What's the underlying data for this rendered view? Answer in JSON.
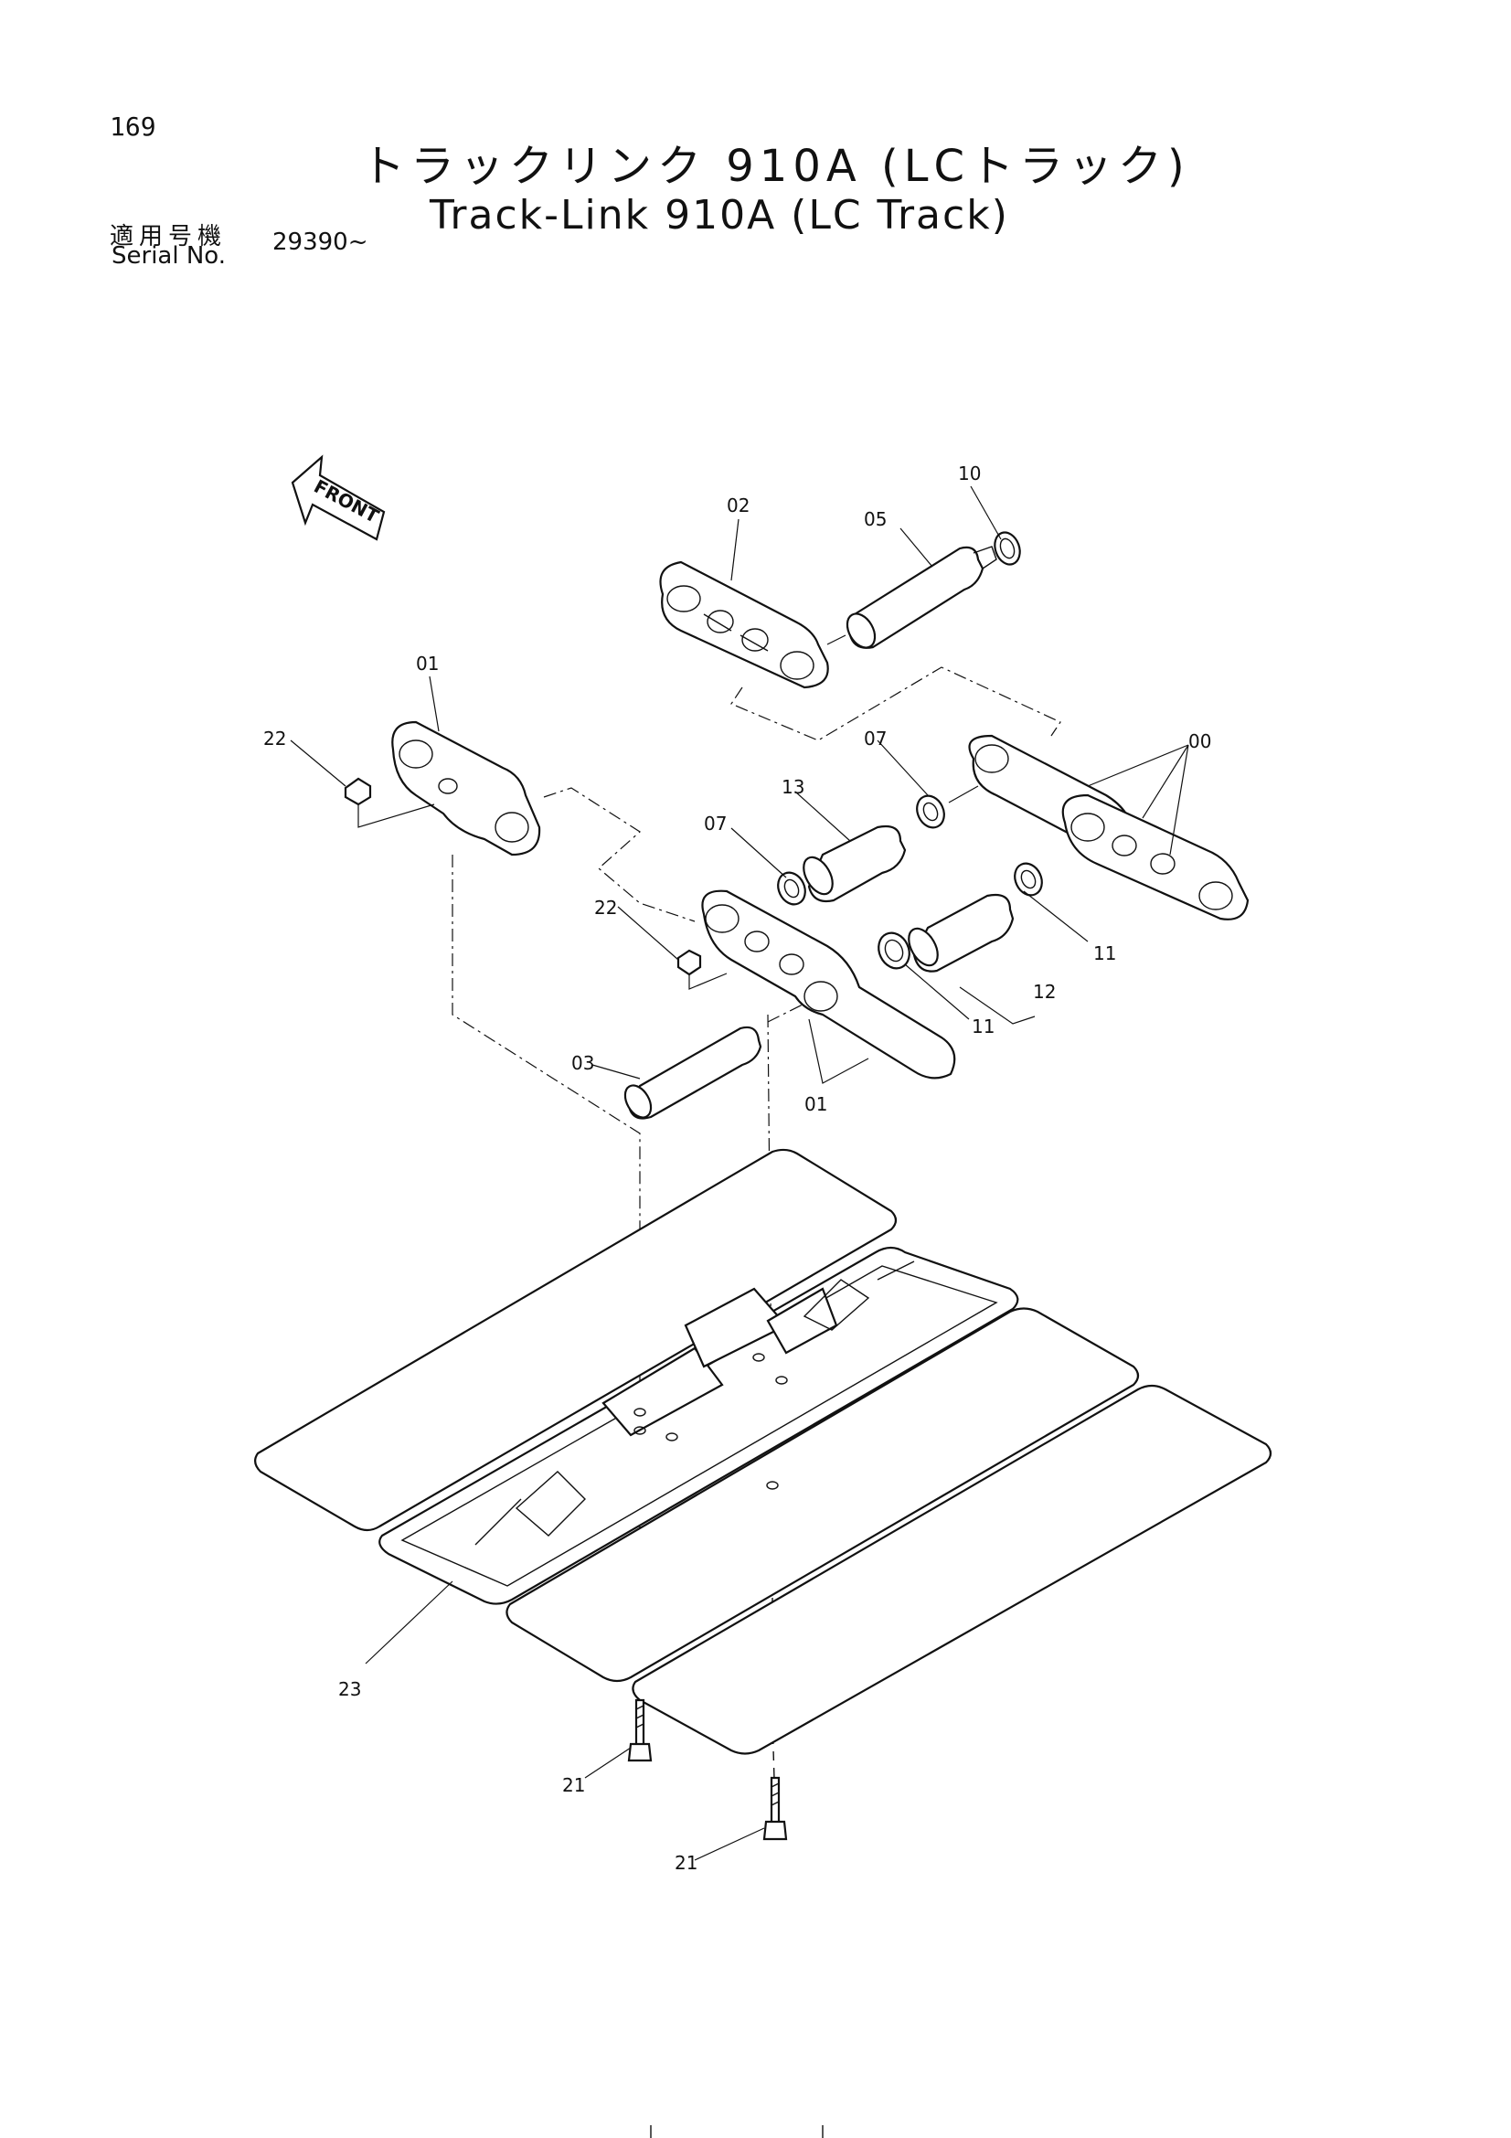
{
  "page_number": "169",
  "title_jp": "トラックリンク 910A (LCトラック)",
  "title_en": "Track-Link 910A (LC Track)",
  "serial_label_jp": "適用号機",
  "serial_label_en": "Serial No.",
  "serial_value": "29390~",
  "front_label": "FRONT",
  "callouts": {
    "c00": "00",
    "c01a": "01",
    "c01b": "01",
    "c02": "02",
    "c03": "03",
    "c05": "05",
    "c07a": "07",
    "c07b": "07",
    "c10": "10",
    "c11a": "11",
    "c11b": "11",
    "c12": "12",
    "c13": "13",
    "c21a": "21",
    "c21b": "21",
    "c22a": "22",
    "c22b": "22",
    "c23": "23"
  }
}
